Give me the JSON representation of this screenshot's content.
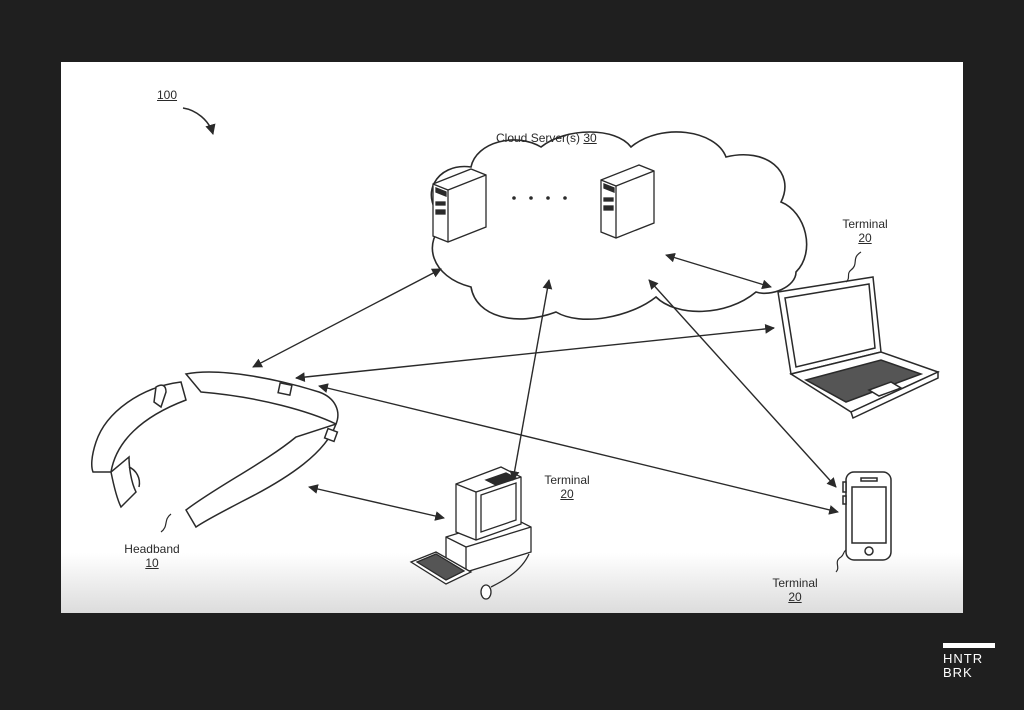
{
  "figure_ref": "100",
  "cloud": {
    "label": "Cloud Server(s)",
    "ref": "30",
    "ellipsis": ". . ."
  },
  "headband": {
    "label": "Headband",
    "ref": "10"
  },
  "terminal_laptop": {
    "label": "Terminal",
    "ref": "20"
  },
  "terminal_desktop": {
    "label": "Terminal",
    "ref": "20"
  },
  "terminal_phone": {
    "label": "Terminal",
    "ref": "20"
  },
  "logo": {
    "line1": "HNTR",
    "line2": "BRK"
  },
  "colors": {
    "frame": "#1f1f1f",
    "sheet": "#ffffff",
    "ink": "#2a2a2a"
  }
}
